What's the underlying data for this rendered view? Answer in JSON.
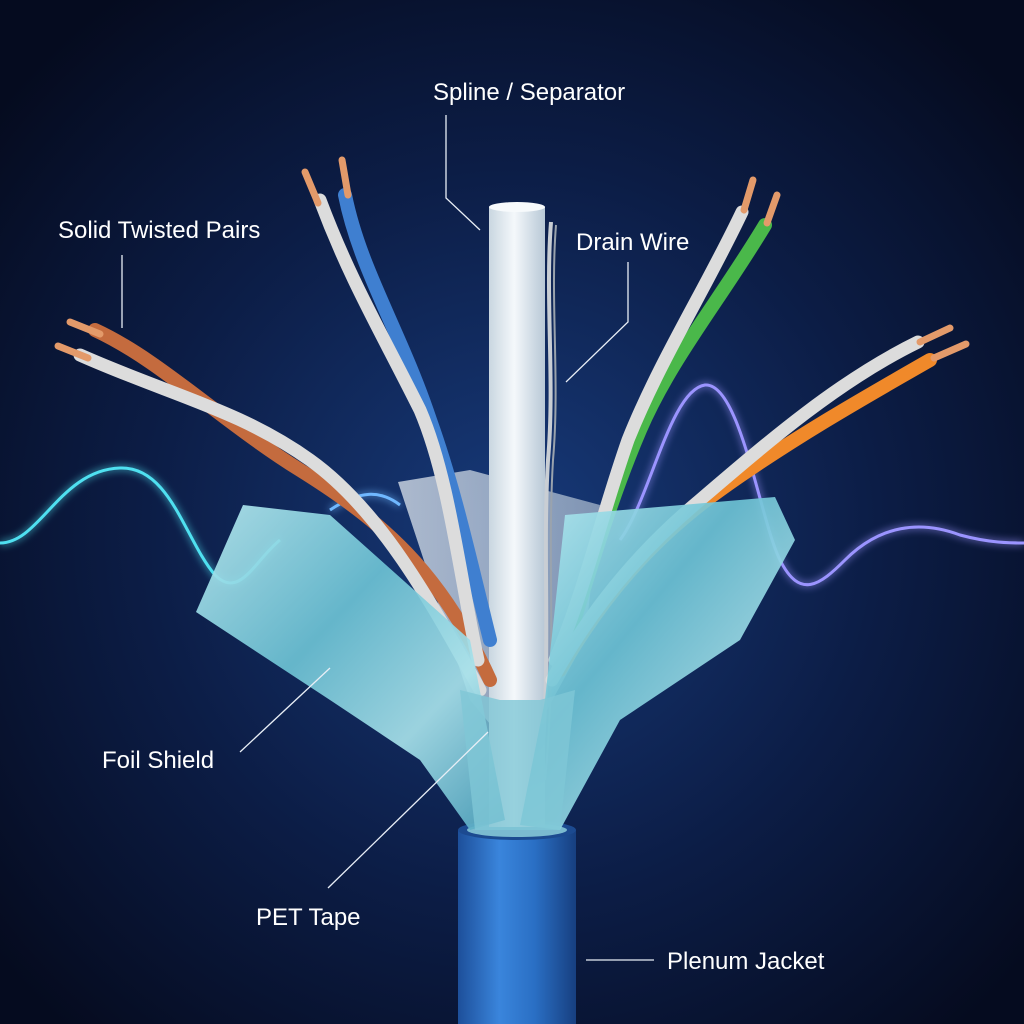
{
  "labels": {
    "spline": "Spline / Separator",
    "twisted_pairs": "Solid Twisted Pairs",
    "drain_wire": "Drain Wire",
    "foil_shield": "Foil Shield",
    "pet_tape": "PET Tape",
    "plenum_jacket": "Plenum Jacket"
  },
  "colors": {
    "background": "#0a1330",
    "jacket": "#2a6fc4",
    "foil": "#8fd4df",
    "spline": "#e8eef2",
    "pair_brown": "#c46b3e",
    "pair_blue": "#3f7fd0",
    "pair_green": "#4ab84a",
    "pair_orange": "#f0892a",
    "pair_white": "#dcdcdc",
    "copper": "#e39a6a",
    "wave_cyan": "#4fe0f0",
    "wave_violet": "#a98bff"
  }
}
